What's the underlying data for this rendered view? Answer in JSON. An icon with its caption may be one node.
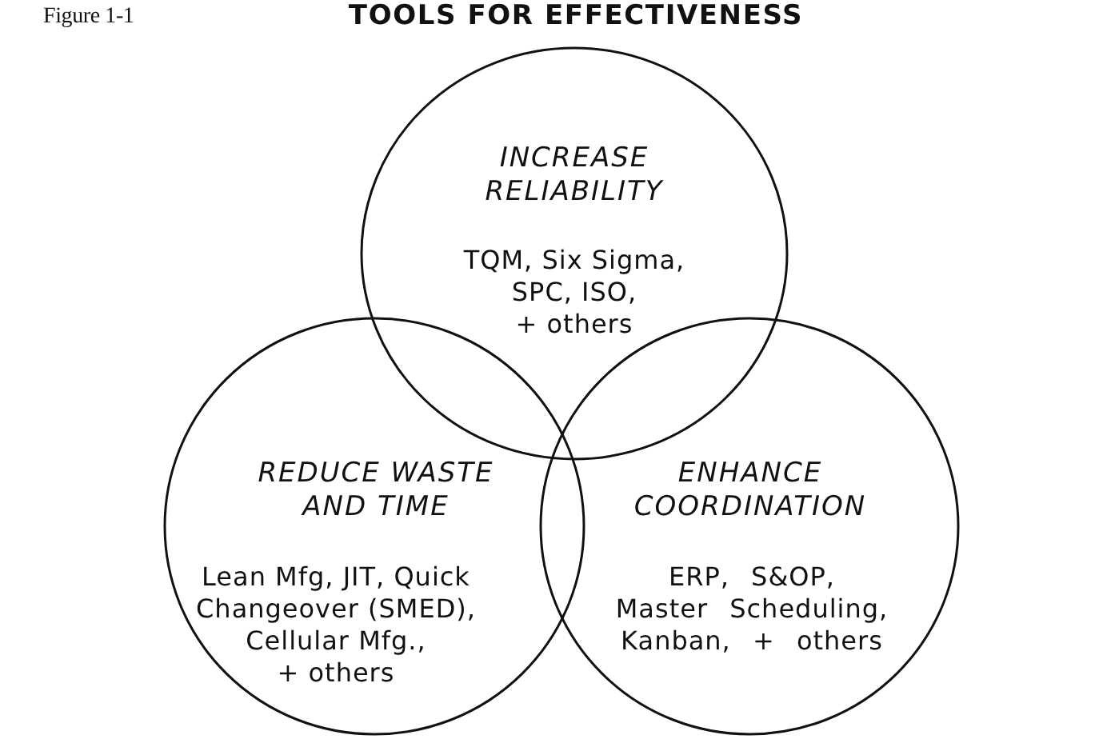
{
  "diagram": {
    "title": "TOOLS FOR EFFECTIVENESS",
    "nodes": [
      {
        "text": [
          "INCREASE RELIABILITY",
          "TQM, Six Sigma, SPC, ISO, + others"
        ]
      },
      {
        "text": [
          "REDUCE WASTE AND TIME",
          "Lean Mfg, JIT, Quick Changeover (SMED), Cellular Mfg., + others"
        ]
      },
      {
        "text": [
          "ENHANCE COORDINATION",
          "ERP, S&OP, Master Scheduling, Kanban, + others"
        ]
      }
    ],
    "labels": [
      "Figure 1-1"
    ]
  }
}
